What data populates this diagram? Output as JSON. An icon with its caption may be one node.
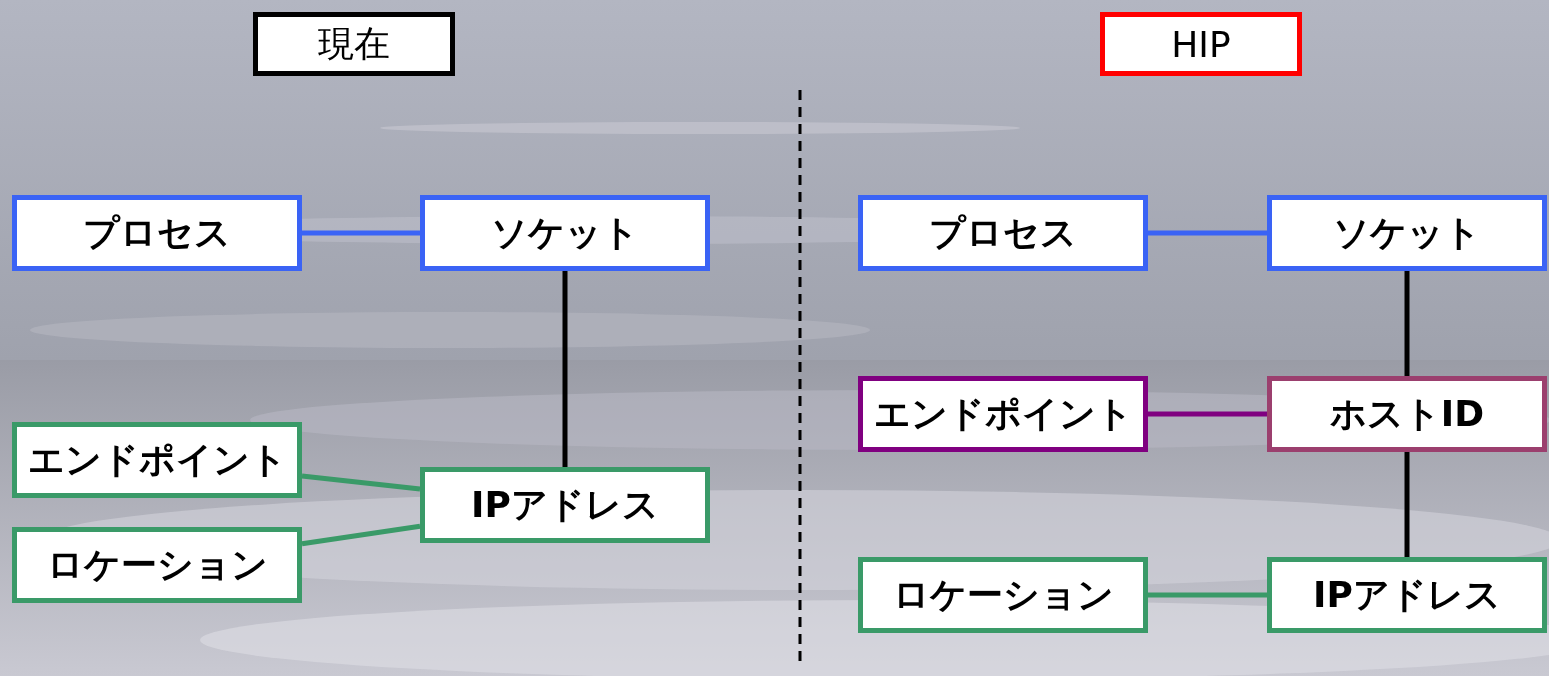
{
  "diagram": {
    "nodes": [
      {
        "text": [
          "現在"
        ]
      },
      {
        "text": [
          "HIP"
        ]
      },
      {
        "text": [
          "プロセス"
        ]
      },
      {
        "text": [
          "ソケット"
        ]
      },
      {
        "text": [
          "エンドポイント"
        ]
      },
      {
        "text": [
          "IPアドレス"
        ]
      },
      {
        "text": [
          "ロケーション"
        ]
      },
      {
        "text": [
          "プロセス"
        ]
      },
      {
        "text": [
          "ソケット"
        ]
      },
      {
        "text": [
          "エンドポイント"
        ]
      },
      {
        "text": [
          "ホストID"
        ]
      },
      {
        "text": [
          "ロケーション"
        ]
      },
      {
        "text": [
          "IPアドレス"
        ]
      }
    ],
    "edges": [
      {
        "from": 2,
        "to": 3,
        "arrow": "none",
        "color": "#3a63f5"
      },
      {
        "from": 3,
        "to": 5,
        "arrow": "none"
      },
      {
        "from": 4,
        "to": 5,
        "arrow": "none",
        "color": "#3a9a68"
      },
      {
        "from": 6,
        "to": 5,
        "arrow": "none",
        "color": "#3a9a68"
      },
      {
        "from": 7,
        "to": 8,
        "arrow": "none",
        "color": "#3a63f5"
      },
      {
        "from": 8,
        "to": 10,
        "arrow": "none"
      },
      {
        "from": 9,
        "to": 10,
        "arrow": "none",
        "color": "#800080"
      },
      {
        "from": 10,
        "to": 12,
        "arrow": "none"
      },
      {
        "from": 11,
        "to": 12,
        "arrow": "none",
        "color": "#3a9a68"
      }
    ]
  }
}
